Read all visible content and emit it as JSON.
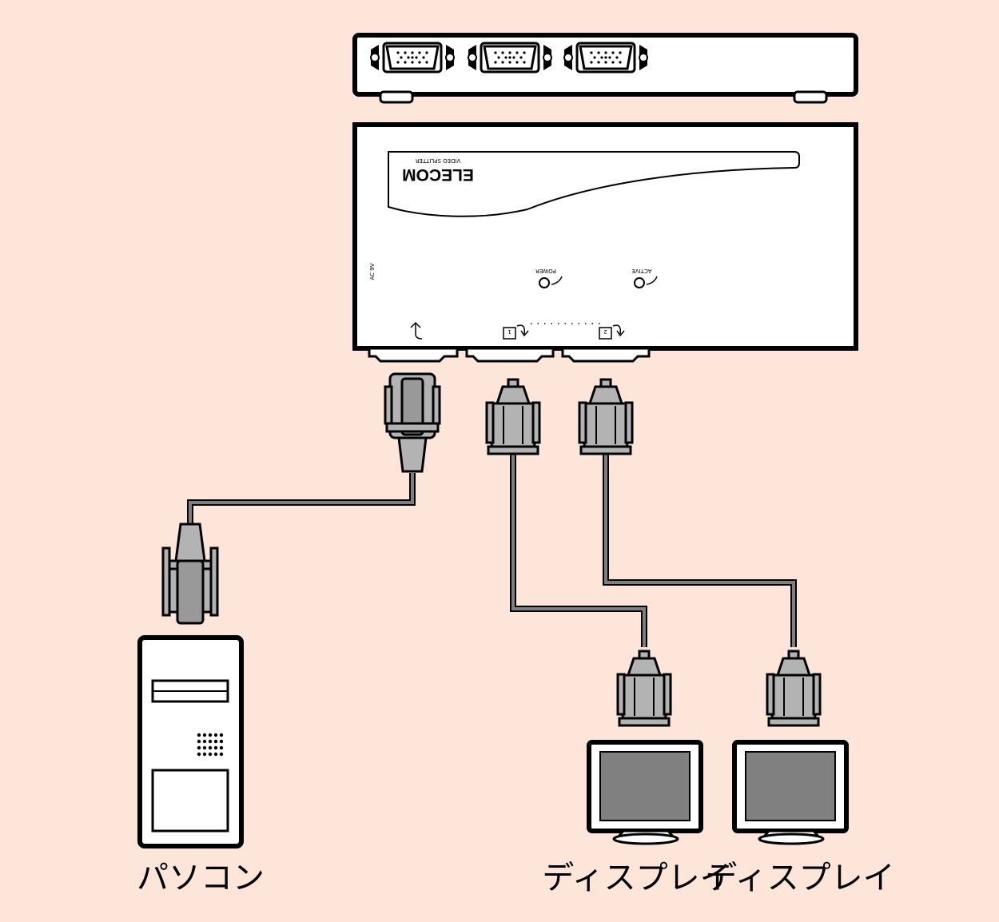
{
  "colors": {
    "background": "#fde5d9",
    "connector": "#b3b3b3",
    "cable": "#7f7f7f",
    "screen": "#808080",
    "outline": "#000000"
  },
  "device": {
    "brand": "ELECOM",
    "model": "VIDEO SPLITTER",
    "power_in": "AC 9V",
    "led_power": "POWER",
    "led_active": "ACTIVE",
    "port_out1": "1",
    "port_out2": "2"
  },
  "labels": {
    "pc": "パソコン",
    "display1": "ディスプレイ",
    "display2": "ディスプレイ"
  },
  "icons": [
    "input-arrow-icon",
    "output1-arrow-icon",
    "output2-arrow-icon"
  ]
}
